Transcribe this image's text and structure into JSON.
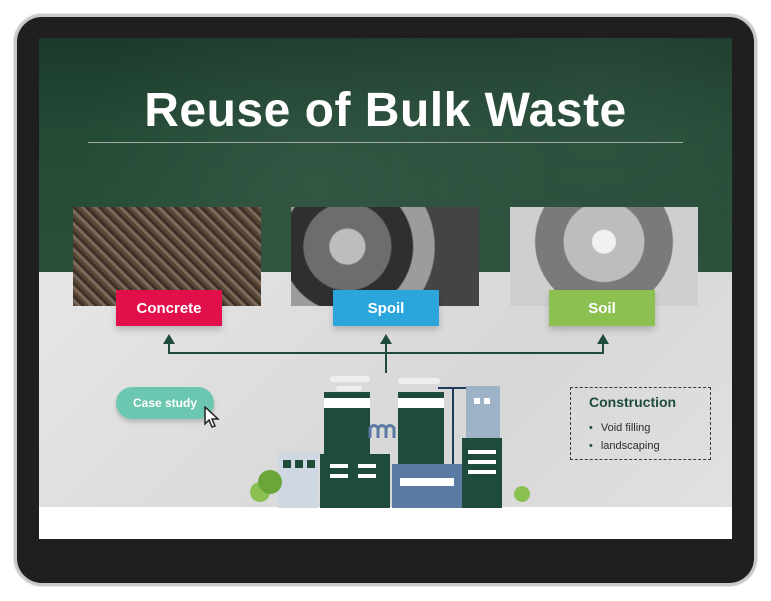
{
  "slide": {
    "title": "Reuse of Bulk Waste"
  },
  "materials": [
    {
      "label": "Concrete",
      "color": "#e10f4a"
    },
    {
      "label": "Spoil",
      "color": "#2aa6dd"
    },
    {
      "label": "Soil",
      "color": "#8cc151"
    }
  ],
  "case_study_button": {
    "label": "Case study"
  },
  "info_box": {
    "title": "Construction",
    "items": [
      "Void filling",
      "landscaping"
    ]
  },
  "colors": {
    "hero": "#1b3a2a",
    "accent_green": "#1f4b3a",
    "button": "#6cc7b1"
  }
}
